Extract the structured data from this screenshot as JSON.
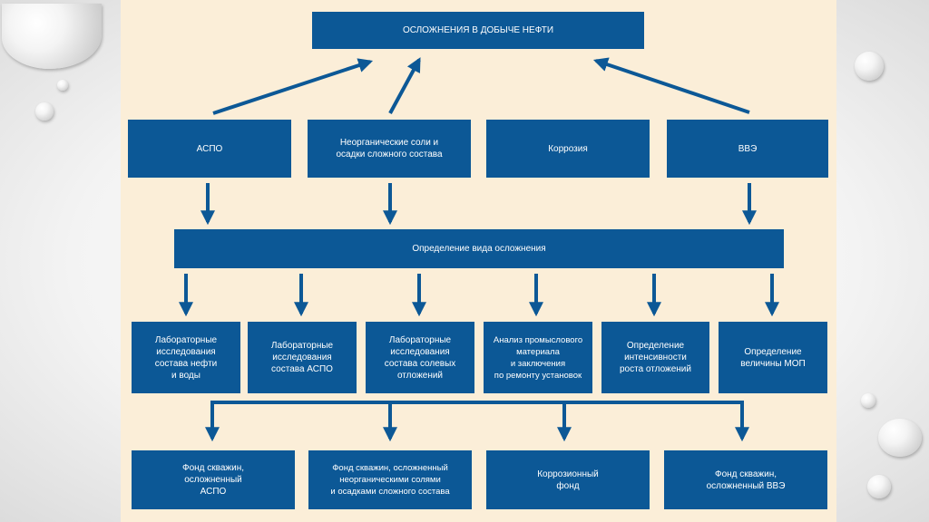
{
  "title": "ОСЛОЖНЕНИЯ В ДОБЫЧЕ НЕФТИ",
  "causes": [
    "АСПО",
    "Неорганические соли и\nосадки сложного состава",
    "Коррозия",
    "ВВЭ"
  ],
  "middle": "Определение вида осложнения",
  "methods": [
    "Лабораторные\nисследования\nсостава нефти\nи воды",
    "Лабораторные\nисследования\nсостава АСПО",
    "Лабораторные\nисследования\nсостава солевых\nотложений",
    "Анализ промыслового\nматериала\nи заключения\nпо ремонту установок",
    "Определение\nинтенсивности\nроста отложений",
    "Определение\nвеличины МОП"
  ],
  "funds": [
    "Фонд скважин,\nосложненный\nАСПО",
    "Фонд скважин, осложненный\nнеорганическими солями\nи осадками сложного состава",
    "Коррозионный\nфонд",
    "Фонд скважин,\nосложненный ВВЭ"
  ],
  "colors": {
    "box": "#0c5896",
    "panel": "#fbeed8"
  }
}
